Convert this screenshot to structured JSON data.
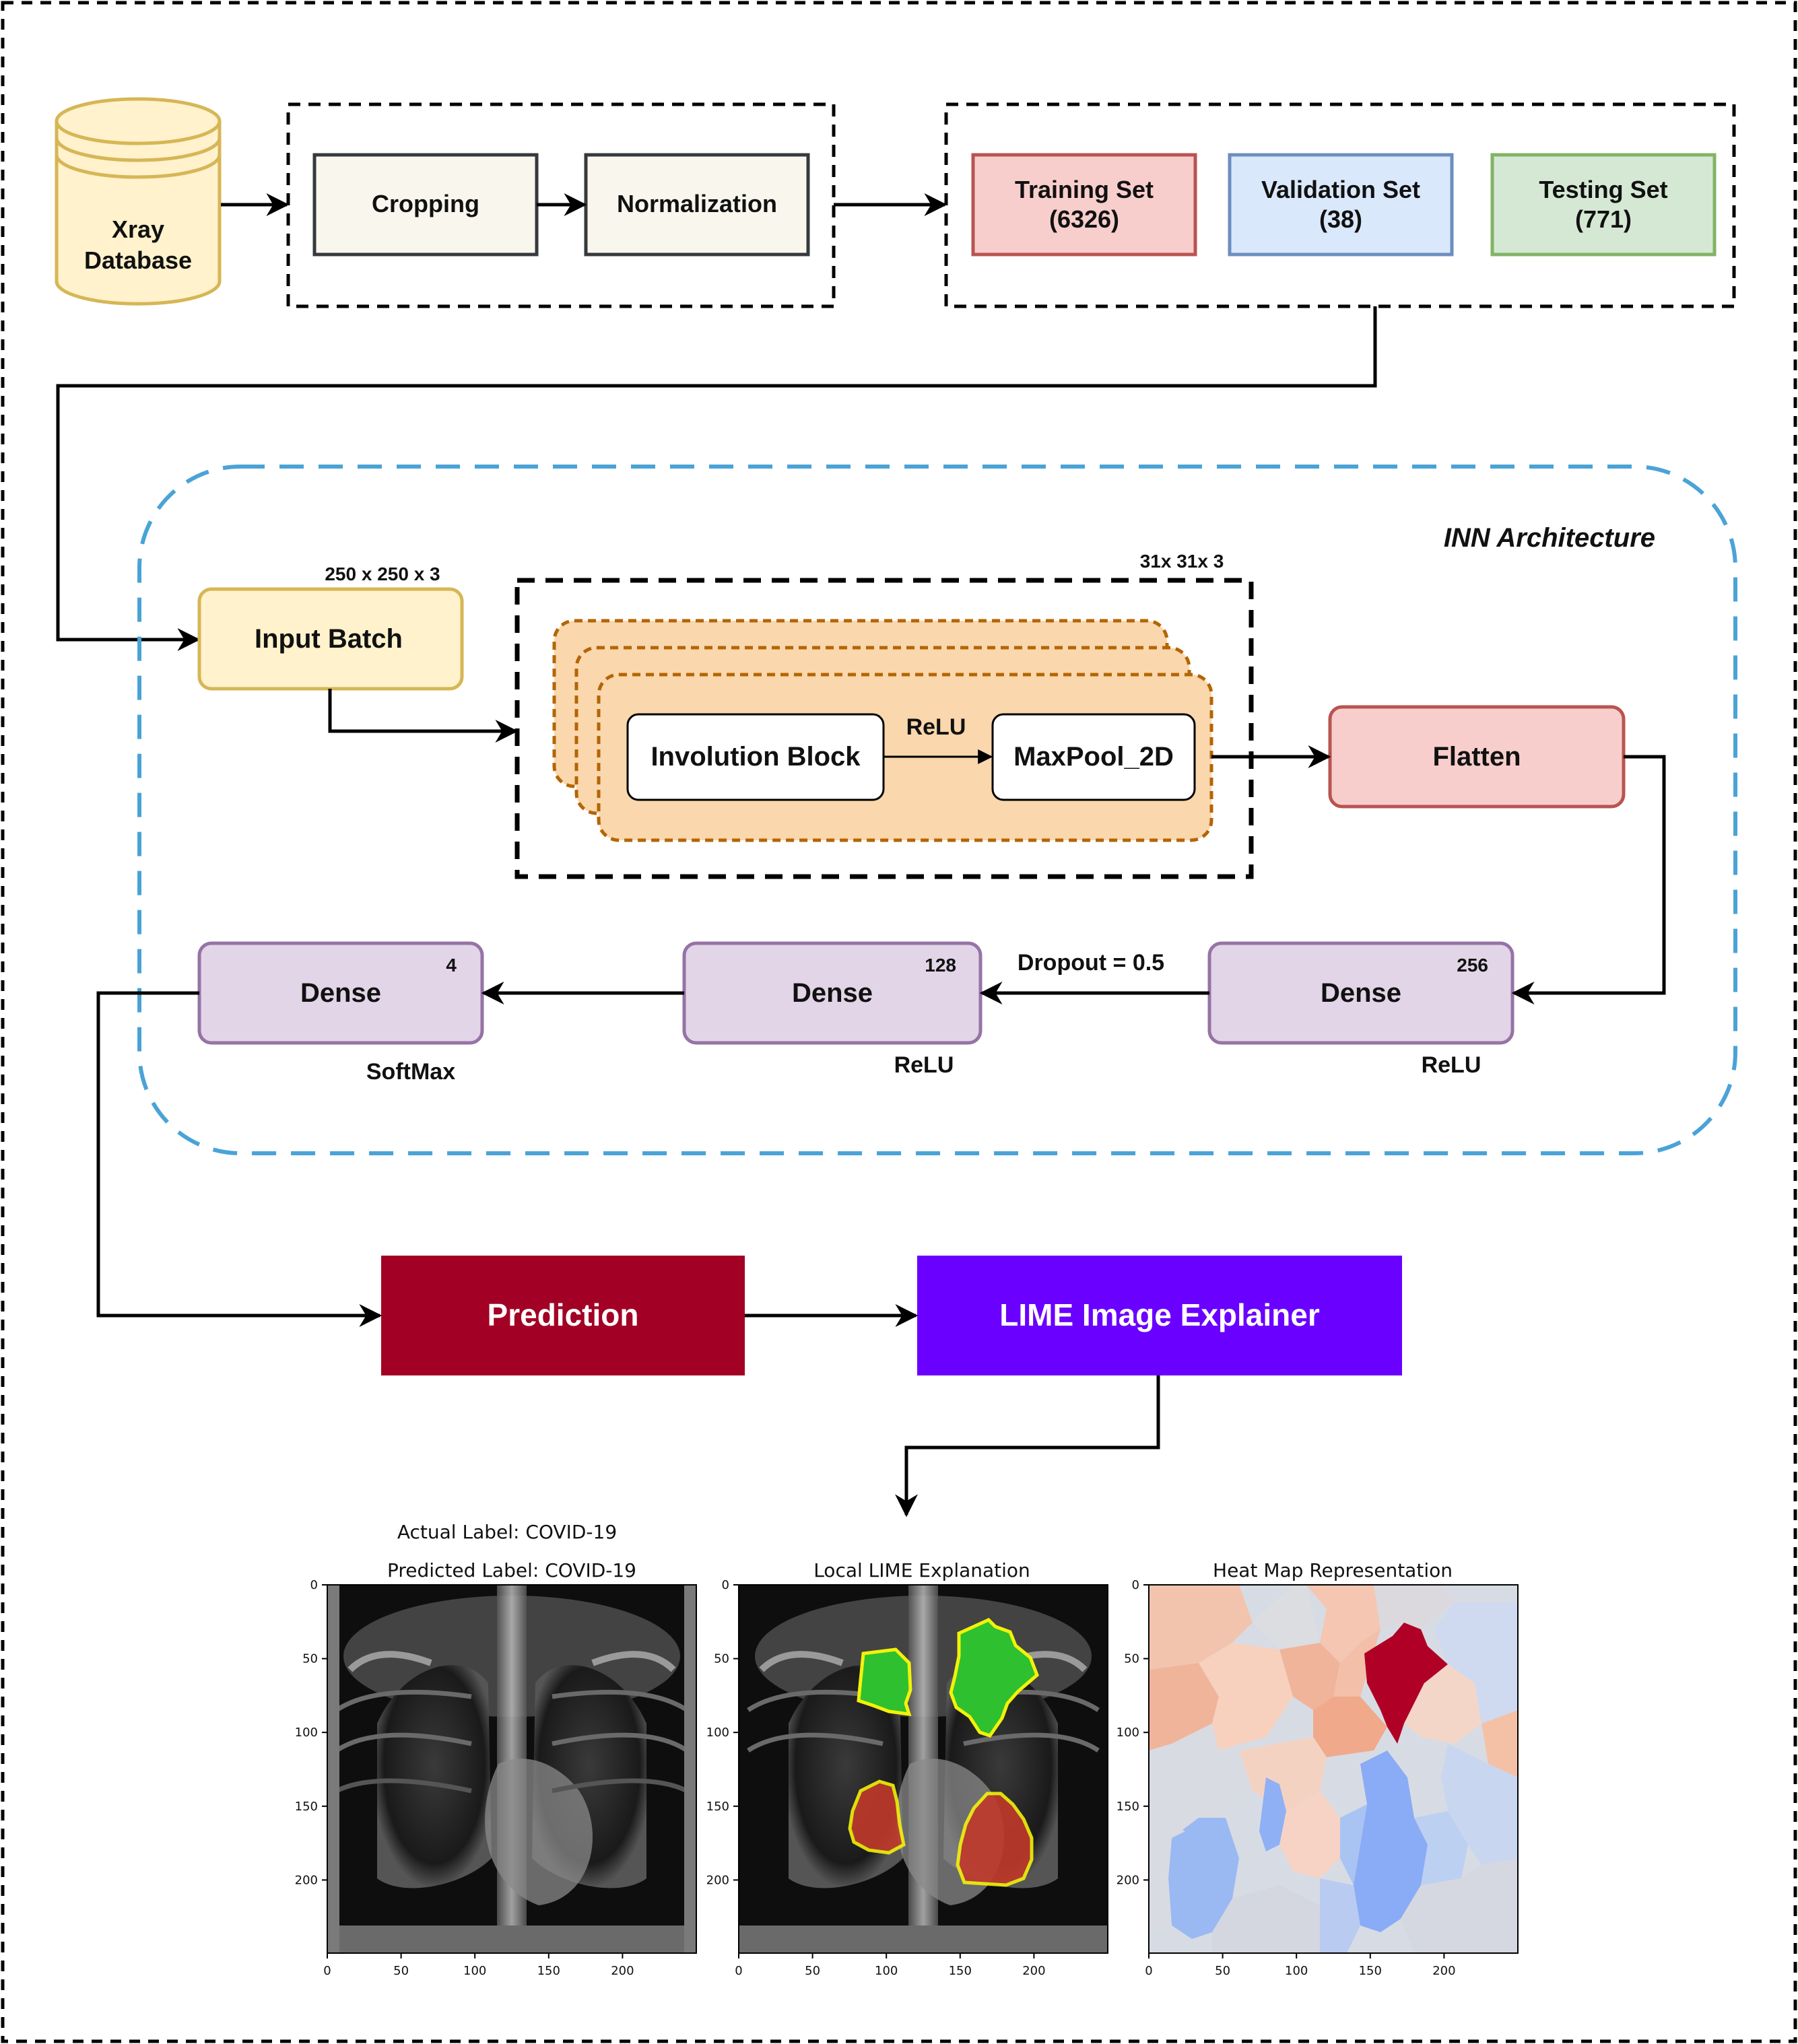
{
  "preprocessing": {
    "database": [
      "Xray",
      "Database"
    ],
    "cropping": "Cropping",
    "normalization": "Normalization"
  },
  "splits": {
    "training": [
      "Training Set",
      "(6326)"
    ],
    "validation": [
      "Validation Set",
      "(38)"
    ],
    "testing": [
      "Testing Set",
      "(771)"
    ]
  },
  "inn": {
    "title": "INN Architecture",
    "input_batch": "Input Batch",
    "input_dim": "250 x 250 x 3",
    "block_dim": "31x 31x 3",
    "involution": "Involution Block",
    "relu_inner": "ReLU",
    "maxpool": "MaxPool_2D",
    "flatten": "Flatten",
    "dense_256": {
      "label": "Dense",
      "units": "256",
      "activation": "ReLU"
    },
    "dropout": "Dropout = 0.5",
    "dense_128": {
      "label": "Dense",
      "units": "128",
      "activation": "ReLU"
    },
    "dense_4": {
      "label": "Dense",
      "units": "4",
      "activation": "SoftMax"
    }
  },
  "output": {
    "prediction": "Prediction",
    "lime": "LIME Image Explainer"
  },
  "figures": {
    "actual_label": "Actual Label: COVID-19",
    "panels": [
      {
        "title": "Predicted Label: COVID-19",
        "kind": "xray"
      },
      {
        "title": "Local LIME Explanation",
        "kind": "lime"
      },
      {
        "title": "Heat Map Representation",
        "kind": "heatmap"
      }
    ],
    "x_ticks": [
      "0",
      "50",
      "100",
      "150",
      "200"
    ],
    "y_ticks": [
      "0",
      "50",
      "100",
      "150",
      "200"
    ]
  },
  "colors": {
    "database": "#fff2cc",
    "process": "#f9f7ed",
    "training": "#f8cecc",
    "validation": "#dae8fc",
    "testing": "#d5e8d4",
    "input": "#fff2cc",
    "block": "#fad7ac",
    "flatten": "#f8cecc",
    "dense": "#e1d5e7",
    "prediction": "#a20025",
    "lime": "#6a00ff",
    "inn_border": "#4aa3d6"
  }
}
